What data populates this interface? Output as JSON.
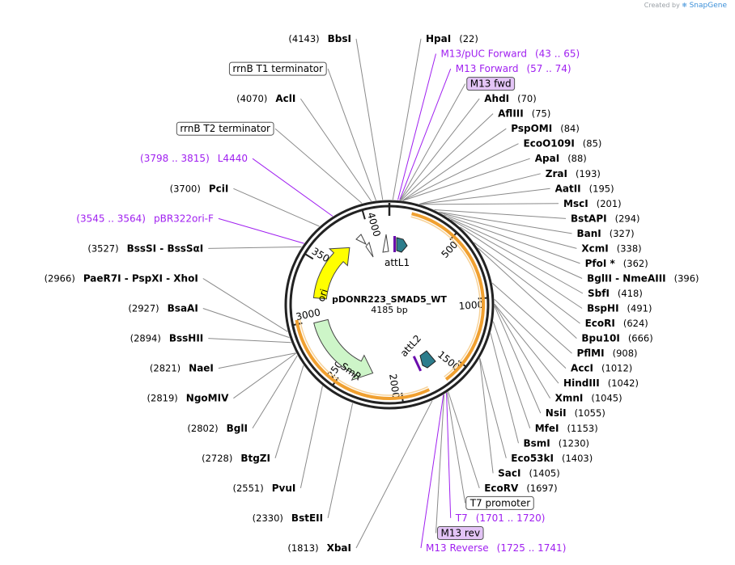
{
  "credit": {
    "prefix": "Created by",
    "brand": "SnapGene"
  },
  "plasmid": {
    "name": "pDONR223_SMAD5_WT",
    "length": "4185 bp"
  },
  "colors": {
    "purple": "#a020f0",
    "ori": "#ffff00",
    "smr": "#cdf5c8",
    "att": "#2d7d8c",
    "orange": "#f0a030",
    "leader": "#8a8a8a",
    "box_purple": "#e3c4f6"
  },
  "ticks": [
    {
      "label": "500",
      "bp": 500
    },
    {
      "label": "1000",
      "bp": 1000
    },
    {
      "label": "1500",
      "bp": 1500
    },
    {
      "label": "2000",
      "bp": 2000
    },
    {
      "label": "2500",
      "bp": 2500
    },
    {
      "label": "3000",
      "bp": 3000
    },
    {
      "label": "3500",
      "bp": 3500
    },
    {
      "label": "4000",
      "bp": 4000
    }
  ],
  "features": [
    {
      "label": "attL1"
    },
    {
      "label": "attL2"
    },
    {
      "label": "SmR"
    },
    {
      "label": "ori"
    }
  ],
  "labels": [
    {
      "name": "BbsI",
      "pos": "(4143)",
      "side": "L",
      "bp": 4143
    },
    {
      "name": "HpaI",
      "pos": "(22)",
      "side": "R",
      "bp": 22
    },
    {
      "name": "rrnB T1 terminator",
      "side": "L",
      "style": "box",
      "bp": 4100
    },
    {
      "name": "M13/pUC Forward",
      "pos": "(43 .. 65)",
      "side": "R",
      "style": "purple",
      "bp": 54
    },
    {
      "name": "M13 Forward",
      "pos": "(57 .. 74)",
      "side": "R",
      "style": "purple",
      "bp": 65
    },
    {
      "name": "AclI",
      "pos": "(4070)",
      "side": "L",
      "bp": 4070
    },
    {
      "name": "M13 fwd",
      "side": "R",
      "style": "pbox",
      "bp": 68
    },
    {
      "name": "rrnB T2 terminator",
      "side": "L",
      "style": "box",
      "bp": 4010
    },
    {
      "name": "AhdI",
      "pos": "(70)",
      "side": "R",
      "bp": 70
    },
    {
      "name": "L4440",
      "pos": "(3798 .. 3815)",
      "side": "L",
      "style": "purple",
      "bp": 3806
    },
    {
      "name": "AflIII",
      "pos": "(75)",
      "side": "R",
      "bp": 75
    },
    {
      "name": "PspOMI",
      "pos": "(84)",
      "side": "R",
      "bp": 84
    },
    {
      "name": "PciI",
      "pos": "(3700)",
      "side": "L",
      "bp": 3700
    },
    {
      "name": "EcoO109I",
      "pos": "(85)",
      "side": "R",
      "bp": 85
    },
    {
      "name": "ApaI",
      "pos": "(88)",
      "side": "R",
      "bp": 88
    },
    {
      "name": "ZraI",
      "pos": "(193)",
      "side": "R",
      "bp": 193
    },
    {
      "name": "pBR322ori-F",
      "pos": "(3545 .. 3564)",
      "side": "L",
      "style": "purple",
      "bp": 3554
    },
    {
      "name": "AatII",
      "pos": "(195)",
      "side": "R",
      "bp": 195
    },
    {
      "name": "BssSI - BssSαI",
      "pos": "(3527)",
      "side": "L",
      "bp": 3527
    },
    {
      "name": "MscI",
      "pos": "(201)",
      "side": "R",
      "bp": 201
    },
    {
      "name": "BstAPI",
      "pos": "(294)",
      "side": "R",
      "bp": 294
    },
    {
      "name": "BanI",
      "pos": "(327)",
      "side": "R",
      "bp": 327
    },
    {
      "name": "XcmI",
      "pos": "(338)",
      "side": "R",
      "bp": 338
    },
    {
      "name": "PfoI *",
      "pos": "(362)",
      "side": "R",
      "bp": 362
    },
    {
      "name": "BglII - NmeAIII",
      "pos": "(396)",
      "side": "R",
      "bp": 396
    },
    {
      "name": "SbfI",
      "pos": "(418)",
      "side": "R",
      "bp": 418
    },
    {
      "name": "BspHI",
      "pos": "(491)",
      "side": "R",
      "bp": 491
    },
    {
      "name": "EcoRI",
      "pos": "(624)",
      "side": "R",
      "bp": 624
    },
    {
      "name": "Bpu10I",
      "pos": "(666)",
      "side": "R",
      "bp": 666
    },
    {
      "name": "PflMI",
      "pos": "(908)",
      "side": "R",
      "bp": 908
    },
    {
      "name": "PaeR7I - PspXI - XhoI",
      "pos": "(2966)",
      "side": "L",
      "bp": 2966
    },
    {
      "name": "AccI",
      "pos": "(1012)",
      "side": "R",
      "bp": 1012
    },
    {
      "name": "BsaAI",
      "pos": "(2927)",
      "side": "L",
      "bp": 2927
    },
    {
      "name": "HindIII",
      "pos": "(1042)",
      "side": "R",
      "bp": 1042
    },
    {
      "name": "BssHII",
      "pos": "(2894)",
      "side": "L",
      "bp": 2894
    },
    {
      "name": "XmnI",
      "pos": "(1045)",
      "side": "R",
      "bp": 1045
    },
    {
      "name": "NsiI",
      "pos": "(1055)",
      "side": "R",
      "bp": 1055
    },
    {
      "name": "NaeI",
      "pos": "(2821)",
      "side": "L",
      "bp": 2821
    },
    {
      "name": "NgoMIV",
      "pos": "(2819)",
      "side": "L",
      "bp": 2819
    },
    {
      "name": "MfeI",
      "pos": "(1153)",
      "side": "R",
      "bp": 1153
    },
    {
      "name": "BglI",
      "pos": "(2802)",
      "side": "L",
      "bp": 2802
    },
    {
      "name": "BsmI",
      "pos": "(1230)",
      "side": "R",
      "bp": 1230
    },
    {
      "name": "BtgZI",
      "pos": "(2728)",
      "side": "L",
      "bp": 2728
    },
    {
      "name": "Eco53kI",
      "pos": "(1403)",
      "side": "R",
      "bp": 1403
    },
    {
      "name": "SacI",
      "pos": "(1405)",
      "side": "R",
      "bp": 1405
    },
    {
      "name": "PvuI",
      "pos": "(2551)",
      "side": "L",
      "bp": 2551
    },
    {
      "name": "EcoRV",
      "pos": "(1697)",
      "side": "R",
      "bp": 1697
    },
    {
      "name": "T7 promoter",
      "side": "R",
      "style": "box",
      "bp": 1705
    },
    {
      "name": "T7",
      "pos": "(1701 .. 1720)",
      "side": "R",
      "style": "purple",
      "bp": 1710
    },
    {
      "name": "BstEII",
      "pos": "(2330)",
      "side": "L",
      "bp": 2330
    },
    {
      "name": "M13 rev",
      "side": "R",
      "style": "pbox",
      "bp": 1728
    },
    {
      "name": "XbaI",
      "pos": "(1813)",
      "side": "L",
      "bp": 1813
    },
    {
      "name": "M13 Reverse",
      "pos": "(1725 .. 1741)",
      "side": "R",
      "style": "purple",
      "bp": 1733
    }
  ]
}
